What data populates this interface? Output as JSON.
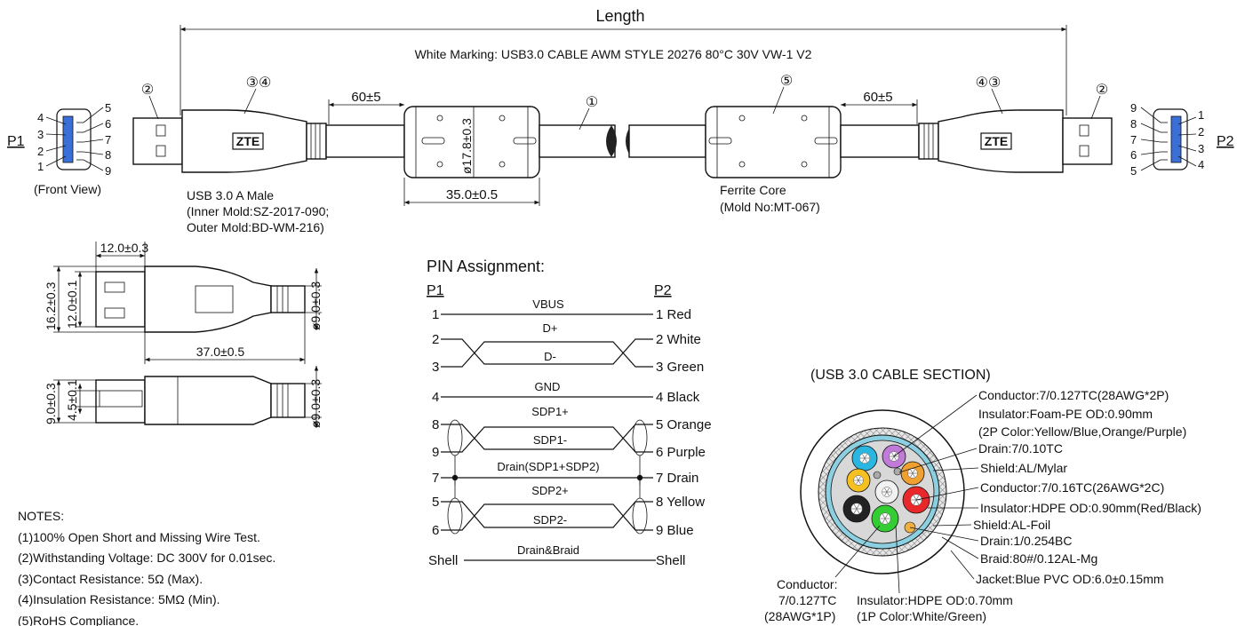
{
  "top": {
    "length_label": "Length",
    "white_marking": "White Marking: USB3.0  CABLE  AWM  STYLE  20276  80°C  30V  VW-1  V2",
    "p1": "P1",
    "p2": "P2",
    "front_view": "(Front View)",
    "dim_60_left": "60±5",
    "dim_60_right": "60±5",
    "dim_ferrite_len": "35.0±0.5",
    "dim_ferrite_dia": "ø17.8±0.3",
    "callout_1": "①",
    "callout_2_left": "②",
    "callout_2_right": "②",
    "callout_34": "③④",
    "callout_43": "④③",
    "callout_5": "⑤",
    "usb_label": "USB 3.0 A Male",
    "inner_mold": "(Inner Mold:SZ-2017-090;",
    "outer_mold": "Outer Mold:BD-WM-216)",
    "ferrite_label": "Ferrite Core",
    "ferrite_mold": "(Mold No:MT-067)",
    "left_pins": [
      "4",
      "3",
      "2",
      "1"
    ],
    "left_pins_r": [
      "5",
      "6",
      "7",
      "8",
      "9"
    ],
    "right_pins": [
      "9",
      "8",
      "7",
      "6",
      "5"
    ],
    "right_pins_r": [
      "1",
      "2",
      "3",
      "4"
    ],
    "logo": "ZTE"
  },
  "side": {
    "d_12": "12.0±0.3",
    "d_162": "16.2±0.3",
    "d_120": "12.0±0.1",
    "d_90a": "ø9.0±0.3",
    "d_37": "37.0±0.5",
    "d_90b": "9.0±0.3",
    "d_45": "4.5±0.1",
    "d_90c": "ø9.0±0.3"
  },
  "pin": {
    "title": "PIN Assignment:",
    "p1": "P1",
    "p2": "P2",
    "rows": [
      {
        "l": "1",
        "sig": "VBUS",
        "r": "1 Red"
      },
      {
        "l": "2",
        "sig": "D+",
        "r": "2 White"
      },
      {
        "l": "3",
        "sig": "D-",
        "r": "3 Green"
      },
      {
        "l": "4",
        "sig": "GND",
        "r": "4 Black"
      },
      {
        "l": "8",
        "sig": "SDP1+",
        "r": "5 Orange"
      },
      {
        "l": "9",
        "sig": "SDP1-",
        "r": "6 Purple"
      },
      {
        "l": "7",
        "sig": "Drain(SDP1+SDP2)",
        "r": "7 Drain"
      },
      {
        "l": "5",
        "sig": "SDP2+",
        "r": "8 Yellow"
      },
      {
        "l": "6",
        "sig": "SDP2-",
        "r": "9 Blue"
      },
      {
        "l": "Shell",
        "sig": "Drain&Braid",
        "r": "Shell"
      }
    ]
  },
  "section": {
    "title": "(USB 3.0 CABLE SECTION)",
    "labels": [
      "Conductor:7/0.127TC(28AWG*2P)",
      "Insulator:Foam-PE OD:0.90mm",
      "(2P Color:Yellow/Blue,Orange/Purple)",
      "Drain:7/0.10TC",
      "Shield:AL/Mylar",
      "Conductor:7/0.16TC(26AWG*2C)",
      "Insulator:HDPE OD:0.90mm(Red/Black)",
      "Shield:AL-Foil",
      "Drain:1/0.254BC",
      "Braid:80#/0.12AL-Mg",
      "Jacket:Blue PVC OD:6.0±0.15mm"
    ],
    "cond1": "Conductor:",
    "cond2": "7/0.127TC",
    "cond3": "(28AWG*1P)",
    "ins1": "Insulator:HDPE OD:0.70mm",
    "ins2": "(1P Color:White/Green)",
    "colors": {
      "cyan": "#29b6e0",
      "purple": "#c07ad8",
      "orange": "#f0a030",
      "yellow": "#f5c020",
      "red": "#e8282a",
      "black": "#222222",
      "green": "#33cc33",
      "white": "#f2f2f2",
      "jacket": "#8ccfe0",
      "gold": "#f0b040"
    }
  },
  "notes": {
    "title": "NOTES:",
    "items": [
      "(1)100% Open Short and Missing Wire Test.",
      "(2)Withstanding Voltage: DC 300V for 0.01sec.",
      "(3)Contact Resistance: 5Ω (Max).",
      "(4)Insulation Resistance: 5MΩ (Min).",
      "(5)RoHS Compliance."
    ]
  }
}
